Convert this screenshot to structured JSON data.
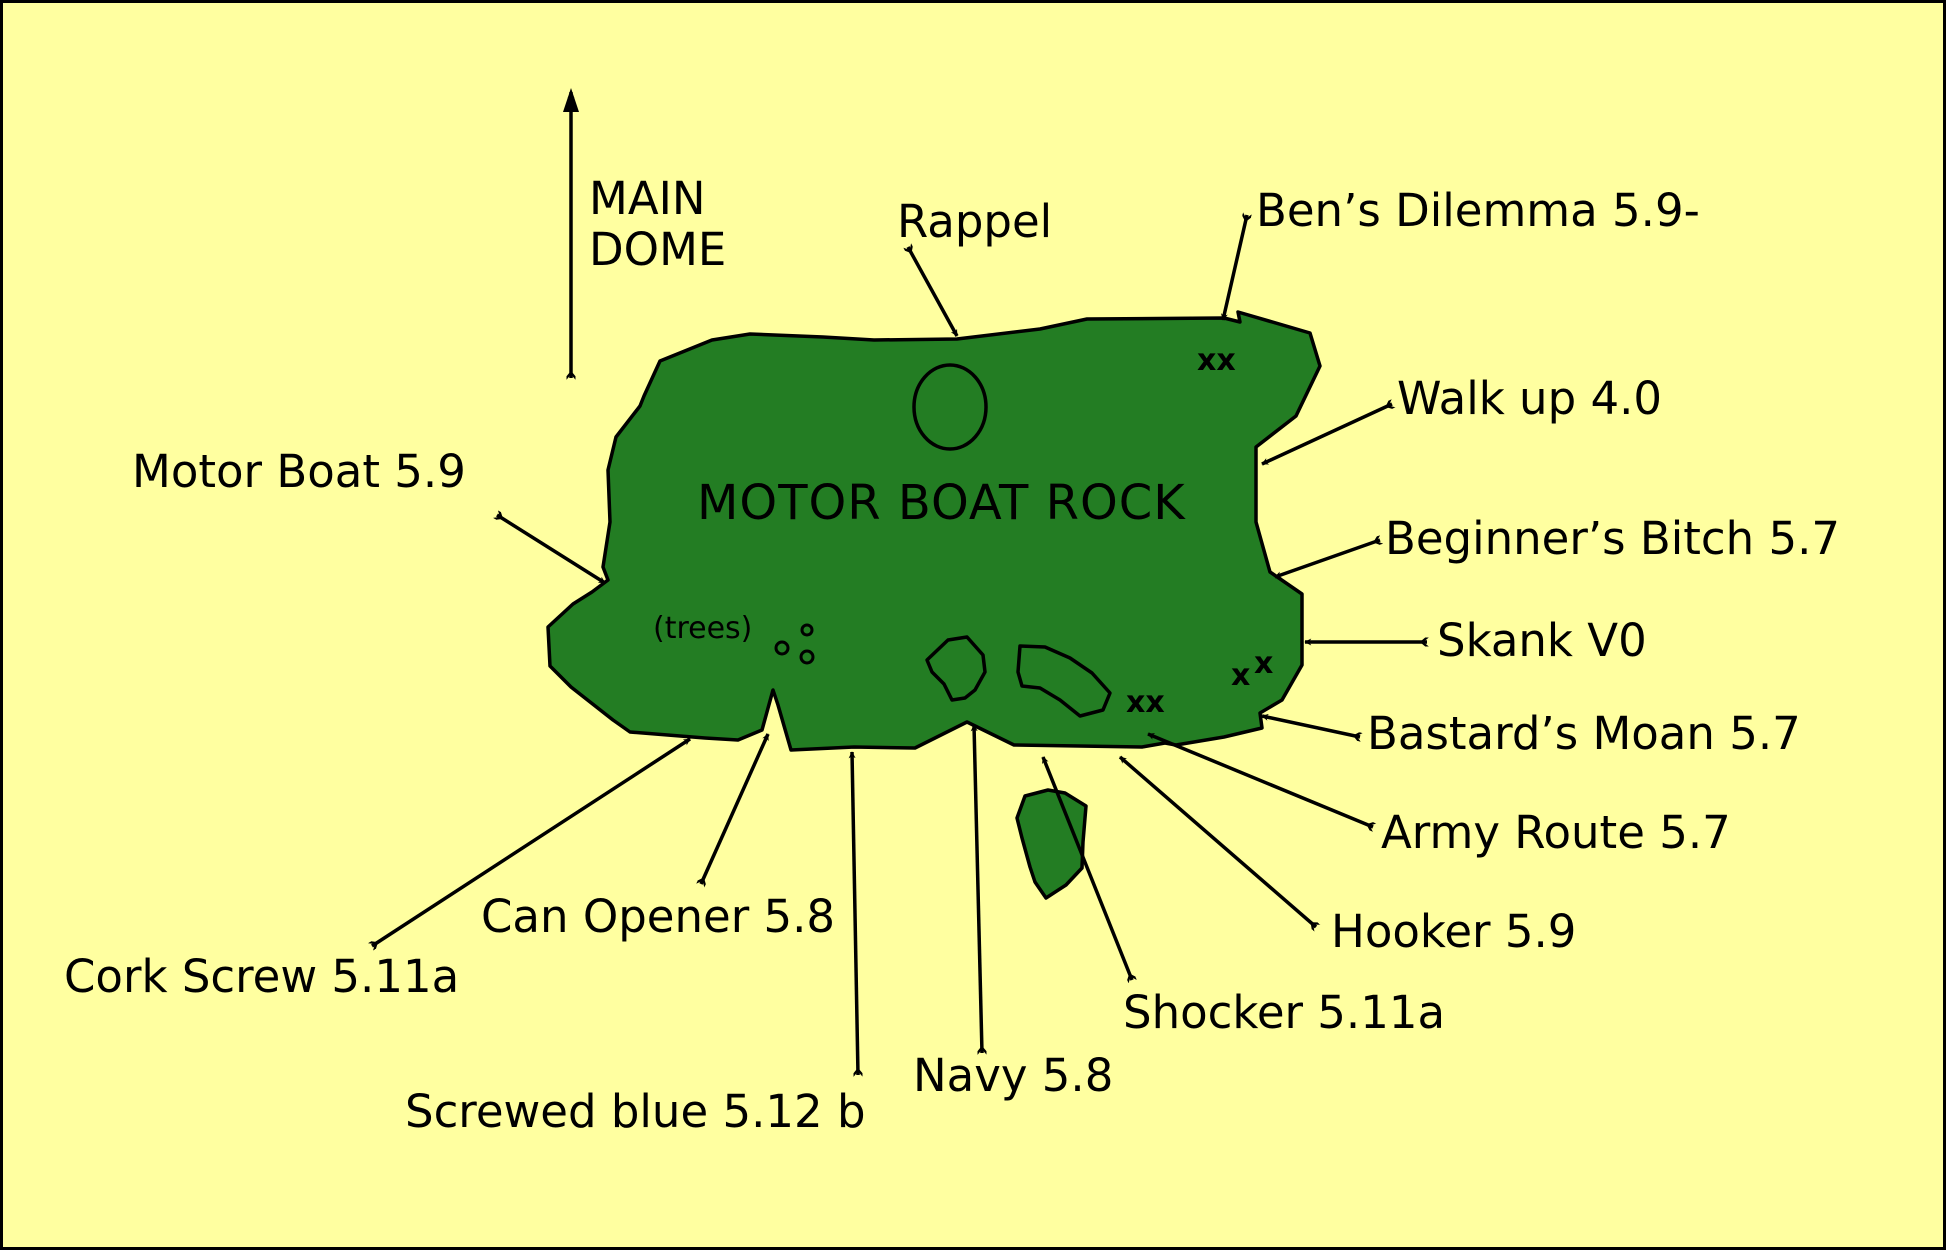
{
  "map": {
    "title": "MOTOR BOAT ROCK",
    "direction_label": [
      "MAIN",
      "DOME"
    ],
    "trees_label": "(trees)",
    "colors": {
      "background": "#ffffa0",
      "rock": "#237d23",
      "outline": "#000000"
    },
    "routes": {
      "rappel": "Rappel",
      "bens_dilemma": "Ben’s Dilemma 5.9-",
      "walk_up": "Walk up 4.0",
      "motor_boat": "Motor Boat 5.9",
      "beginners_bitch": "Beginner’s Bitch 5.7",
      "skank": "Skank V0",
      "bastards_moan": "Bastard’s Moan 5.7",
      "army_route": "Army Route 5.7",
      "hooker": "Hooker 5.9",
      "shocker": "Shocker 5.11a",
      "navy": "Navy 5.8",
      "screwed_blue": "Screwed blue 5.12 b",
      "can_opener": "Can Opener 5.8",
      "cork_screw": "Cork Screw 5.11a"
    },
    "bolt_marks": {
      "top": "xx",
      "right_lower": "x",
      "right_upper": "x",
      "bottom": "xx"
    }
  }
}
